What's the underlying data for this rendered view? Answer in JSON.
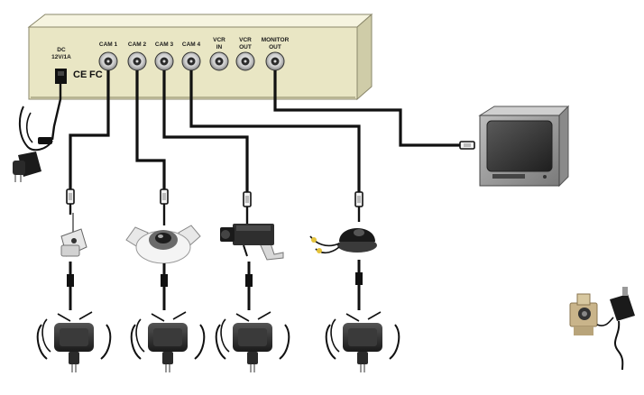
{
  "panel": {
    "dc_label": [
      "DC",
      "12V/1A"
    ],
    "ports": [
      {
        "line1": "CAM 1",
        "line2": ""
      },
      {
        "line1": "CAM 2",
        "line2": ""
      },
      {
        "line1": "CAM 3",
        "line2": ""
      },
      {
        "line1": "CAM 4",
        "line2": ""
      },
      {
        "line1": "VCR",
        "line2": "IN"
      },
      {
        "line1": "VCR",
        "line2": "OUT"
      },
      {
        "line1": "MONITOR",
        "line2": "OUT"
      }
    ],
    "ce_mark": "CE",
    "fc_mark": "FC"
  },
  "devices": {
    "cameras": [
      "wireless-camera",
      "dome-fisheye-camera",
      "box-camera",
      "mini-dome-camera"
    ],
    "power_adapters": 4,
    "monitor": "crt-monitor",
    "standalone_camera": "pinhole-camera-with-adapter"
  },
  "colors": {
    "panel_face": "#e9e6c4",
    "panel_top": "#f4f2dc",
    "cable": "#111111",
    "connector": "#dcdcdc"
  }
}
